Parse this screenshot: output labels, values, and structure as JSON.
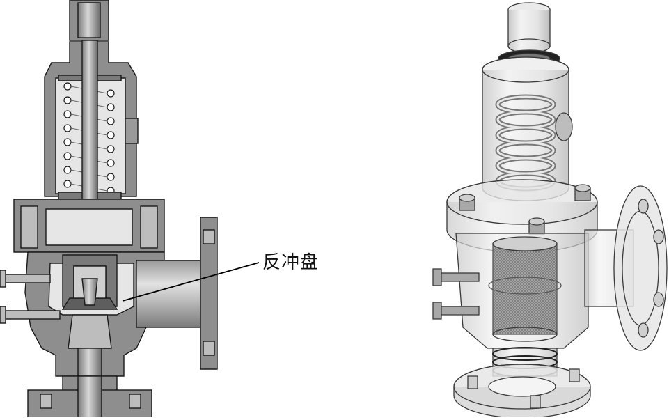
{
  "callout": {
    "label": "反冲盘"
  },
  "colors": {
    "section_fill": "#8e8e8e",
    "section_dark": "#5e5e5e",
    "cavity": "#e6e6e6",
    "outline": "#1a1a1a",
    "ghost": "#d4d4d4"
  },
  "figures": [
    {
      "name": "cross-section-view"
    },
    {
      "name": "transparent-3d-view"
    }
  ]
}
